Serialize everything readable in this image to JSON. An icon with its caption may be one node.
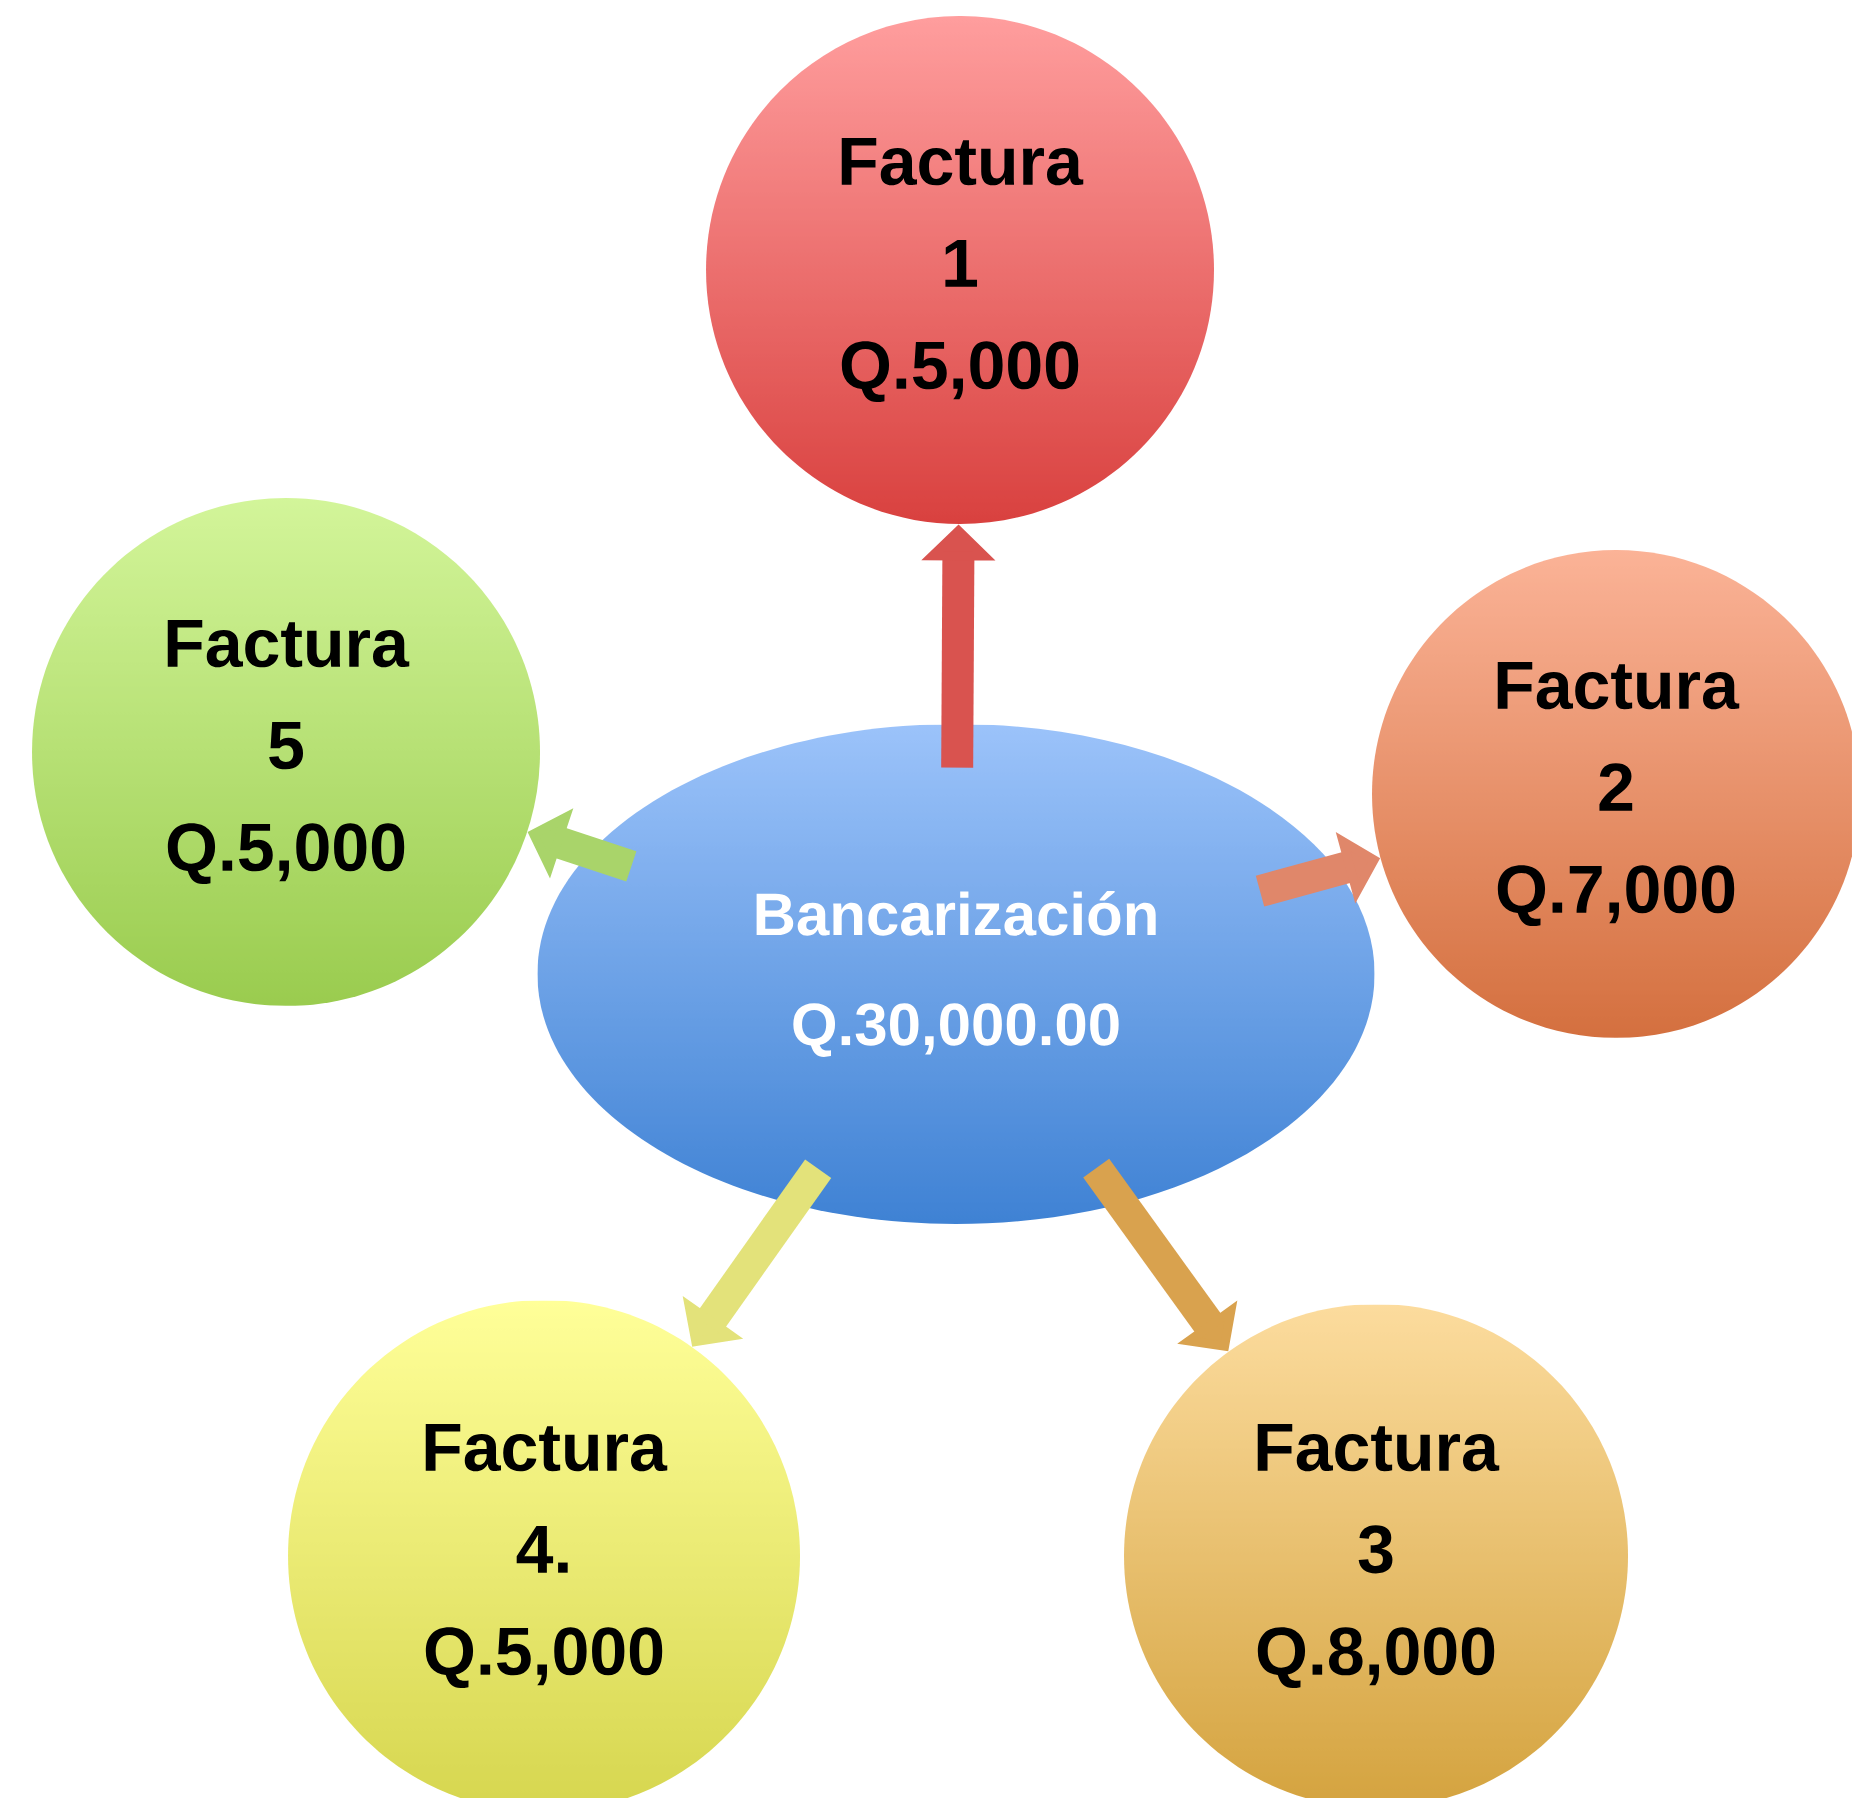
{
  "diagram": {
    "nodes": [
      {
        "text": [
          "Bancarización",
          "Q.30,000.00"
        ]
      },
      {
        "text": [
          "Factura 1",
          "Q.5,000"
        ]
      },
      {
        "text": [
          "Factura 2",
          "Q.7,000"
        ]
      },
      {
        "text": [
          "Factura 3",
          "Q.8,000"
        ]
      },
      {
        "text": [
          "Factura 4.",
          "Q.5,000"
        ]
      },
      {
        "text": [
          "Factura 5",
          "Q.5,000"
        ]
      }
    ],
    "edges": [
      {
        "from": 0,
        "to": 1,
        "arrow": "to",
        "color": "#d9534f"
      },
      {
        "from": 0,
        "to": 2,
        "arrow": "to",
        "color": "#e0876a"
      },
      {
        "from": 0,
        "to": 3,
        "arrow": "to",
        "color": "#d9a24e"
      },
      {
        "from": 0,
        "to": 4,
        "arrow": "to",
        "color": "#e3e27a"
      },
      {
        "from": 0,
        "to": 5,
        "arrow": "to",
        "color": "#a9d46a"
      }
    ]
  }
}
